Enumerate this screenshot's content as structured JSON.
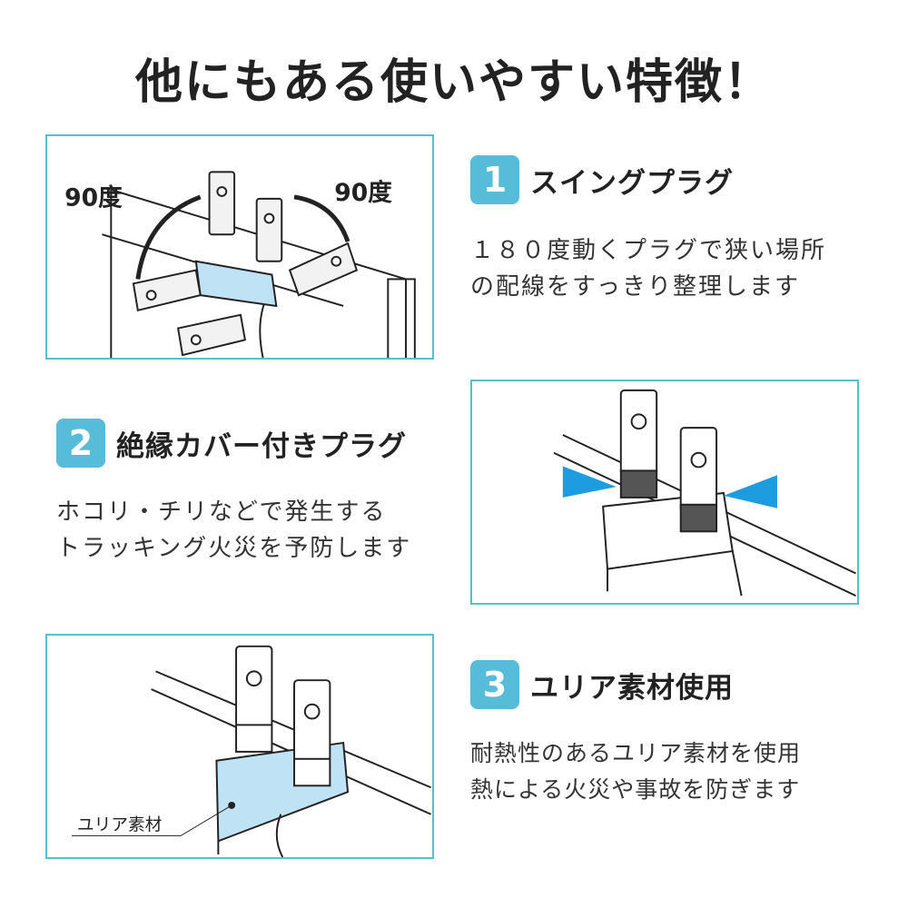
{
  "title": "他にもある使いやすい特徴！",
  "features": [
    {
      "number": "1",
      "heading": "スイングプラグ",
      "lines": [
        "１８０度動くプラグで狭い場所",
        "の配線をすっきり整理します"
      ]
    },
    {
      "number": "2",
      "heading": "絶縁カバー付きプラグ",
      "lines": [
        "ホコリ・チリなどで発生する",
        "トラッキング火災を予防します"
      ]
    },
    {
      "number": "3",
      "heading": "ユリア素材使用",
      "lines": [
        "耐熱性のあるユリア素材を使用",
        "熱による火災や事故を防ぎます"
      ]
    }
  ],
  "illustrations": {
    "swing_left_label": "90度",
    "swing_right_label": "90度",
    "material_label": "ユリア素材"
  },
  "colors": {
    "accent": "#56bcd9",
    "border": "#5bbcd6",
    "cover": "#bfe3f5",
    "arrow": "#1e9ce0"
  }
}
